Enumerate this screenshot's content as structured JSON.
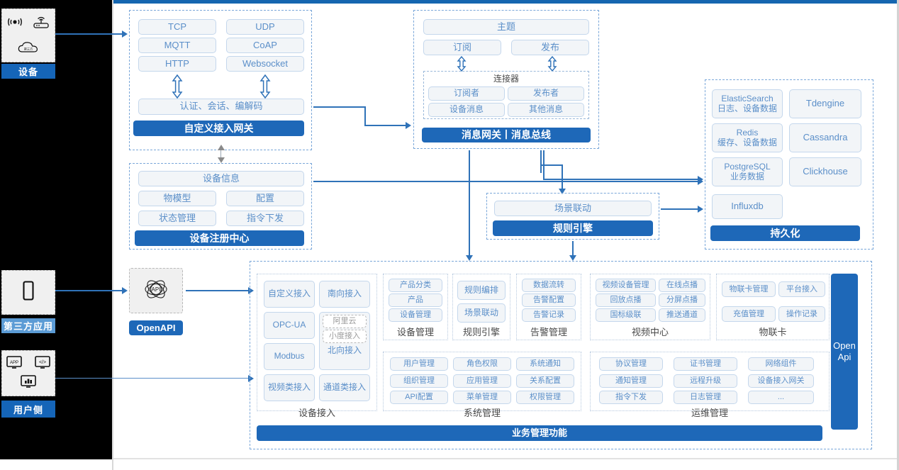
{
  "theme": {
    "accent": "#1e68b8",
    "pill_text": "#5b8fc9",
    "pill_bg": "#f2f5f8",
    "pill_border": "#c4d7ec",
    "group_border": "#7aa7d9",
    "rail_bg": "#000000",
    "top_bar": "#1566b0"
  },
  "actors": [
    {
      "label": "设备",
      "icons": [
        "wifi-signal-icon",
        "router-icon",
        "cloud-icon"
      ]
    },
    {
      "label": "第三方应用",
      "icons": [
        "mobile-phone-icon"
      ]
    },
    {
      "label": "用户侧",
      "icons": [
        "app-window-icon",
        "code-window-icon",
        "chart-window-icon"
      ]
    }
  ],
  "gateway": {
    "protocols": [
      "TCP",
      "UDP",
      "MQTT",
      "CoAP",
      "HTTP",
      "Websocket"
    ],
    "middle": "认证、会话、编解码",
    "title": "自定义接入网关"
  },
  "message_bus": {
    "topic": "主题",
    "subscribe": "订阅",
    "publish": "发布",
    "connector_title": "连接器",
    "connector_items": [
      "订阅者",
      "发布者",
      "设备消息",
      "其他消息"
    ],
    "title": "消息网关丨消息总线"
  },
  "device_registry": {
    "info": "设备信息",
    "items": [
      "物模型",
      "配置",
      "状态管理",
      "指令下发"
    ],
    "title": "设备注册中心"
  },
  "rule_engine": {
    "scene": "场景联动",
    "title": "规则引擎"
  },
  "persistence": {
    "items": [
      {
        "name": "ElasticSearch",
        "desc": "日志、设备数据"
      },
      {
        "name": "Tdengine",
        "desc": ""
      },
      {
        "name": "Redis",
        "desc": "缓存、设备数据"
      },
      {
        "name": "Cassandra",
        "desc": ""
      },
      {
        "name": "PostgreSQL",
        "desc": "业务数据"
      },
      {
        "name": "Clickhouse",
        "desc": ""
      },
      {
        "name": "Influxdb",
        "desc": ""
      }
    ],
    "title": "持久化"
  },
  "openapi": {
    "icon": "api-atom-icon",
    "label": "OpenAPI"
  },
  "open_api_bar": {
    "line1": "Open",
    "line2": "Api"
  },
  "business": {
    "footer_title": "业务管理功能",
    "columns": [
      {
        "caption": "设备接入",
        "left_items": [
          "自定义接入",
          "OPC-UA",
          "Modbus",
          "视频类接入"
        ],
        "right_items": [
          "南向接入",
          "北向接入",
          "通道类接入"
        ],
        "right_sub": [
          "阿里云",
          "小度接入"
        ]
      },
      {
        "caption": "设备管理",
        "items": [
          "产品分类",
          "产品",
          "设备管理"
        ]
      },
      {
        "caption": "规则引擎",
        "items": [
          "规则编排",
          "场景联动"
        ]
      },
      {
        "caption": "告警管理",
        "items": [
          "数据流转",
          "告警配置",
          "告警记录"
        ]
      },
      {
        "caption": "视频中心",
        "items": [
          "视频设备管理",
          "在线点播",
          "回放点播",
          "分屏点播",
          "国标级联",
          "推送通道"
        ]
      },
      {
        "caption": "物联卡",
        "items": [
          "物联卡管理",
          "平台接入",
          "充值管理",
          "操作记录"
        ]
      },
      {
        "caption": "系统管理",
        "items": [
          "用户管理",
          "角色权限",
          "系统通知",
          "组织管理",
          "应用管理",
          "关系配置",
          "API配置",
          "菜单管理",
          "权限管理"
        ]
      },
      {
        "caption": "运维管理",
        "items": [
          "协议管理",
          "证书管理",
          "网络组件",
          "通知管理",
          "远程升级",
          "设备接入网关",
          "指令下发",
          "日志管理",
          "..."
        ]
      }
    ]
  }
}
